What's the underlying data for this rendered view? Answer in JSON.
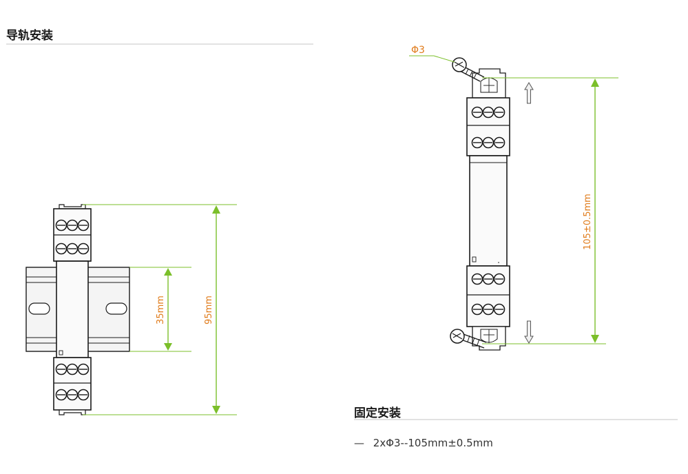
{
  "rail_section": {
    "title": "导轨安装",
    "dim_height": "95mm",
    "dim_rail": "35mm"
  },
  "screw_section": {
    "title": "固定安装",
    "dim_height": "105±0.5mm",
    "hole_label": "Φ3",
    "note_dash": "—",
    "note_text": "2xΦ3--105mm±0.5mm"
  },
  "colors": {
    "dimension_line": "#7bbf2a",
    "dimension_text": "#e07b1a",
    "outline": "#1a1a1a",
    "rail_fill": "#f4f4f4",
    "module_fill": "#fafafa"
  }
}
